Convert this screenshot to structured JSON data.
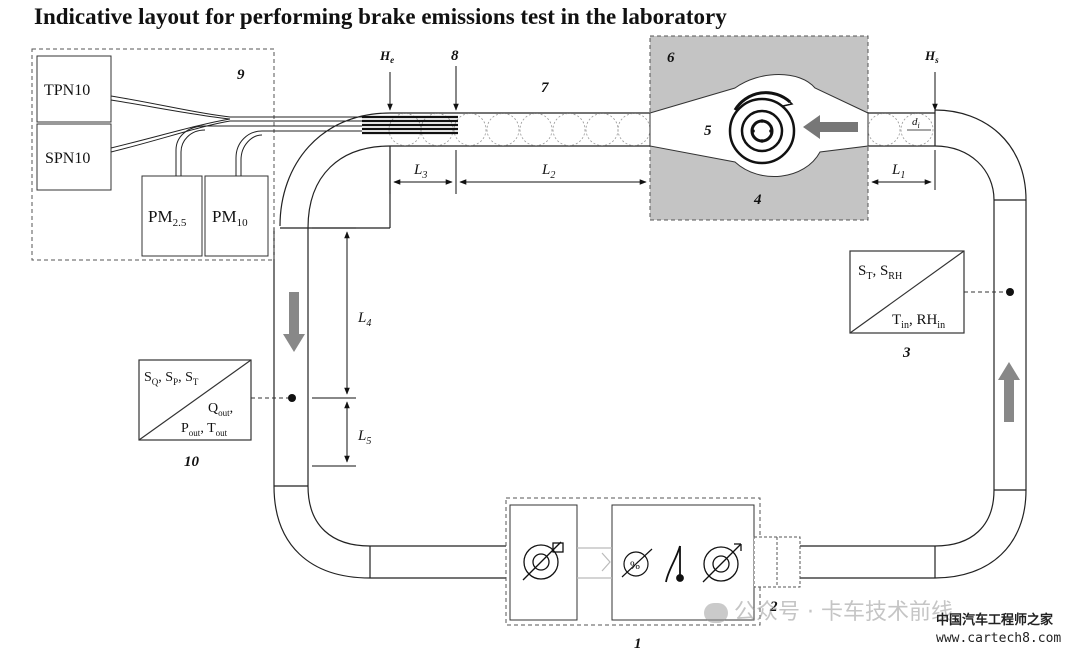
{
  "title": "Indicative layout for performing brake emissions test in the laboratory",
  "instruments": {
    "tpn10": "TPN10",
    "spn10": "SPN10",
    "pm25": {
      "base": "PM",
      "sub": "2.5"
    },
    "pm10": {
      "base": "PM",
      "sub": "10"
    }
  },
  "markers": {
    "he": {
      "base": "H",
      "sub": "e"
    },
    "hs": {
      "base": "H",
      "sub": "s"
    },
    "d": {
      "base": "d",
      "sub": "i"
    }
  },
  "dimensions": {
    "l1": {
      "base": "L",
      "sub": "1"
    },
    "l2": {
      "base": "L",
      "sub": "2"
    },
    "l3": {
      "base": "L",
      "sub": "3"
    },
    "l4": {
      "base": "L",
      "sub": "4"
    },
    "l5": {
      "base": "L",
      "sub": "5"
    }
  },
  "numbers": {
    "n1": "1",
    "n2": "2",
    "n3": "3",
    "n4": "4",
    "n5": "5",
    "n6": "6",
    "n7": "7",
    "n8": "8",
    "n9": "9",
    "n10": "10"
  },
  "sensor_box_3": {
    "s_t": {
      "base": "S",
      "sub": "T"
    },
    "sep": ", ",
    "s_rh": {
      "base": "S",
      "sub": "RH"
    },
    "t_in": {
      "base": "T",
      "sub": "in"
    },
    "rh_in": {
      "base": "RH",
      "sub": "in"
    }
  },
  "sensor_box_10": {
    "s_q": {
      "base": "S",
      "sub": "Q"
    },
    "s_p": {
      "base": "S",
      "sub": "P"
    },
    "s_t": {
      "base": "S",
      "sub": "T"
    },
    "sep": ", ",
    "q_out": {
      "base": "Q",
      "sub": "out"
    },
    "p_out": {
      "base": "P",
      "sub": "out"
    },
    "t_out": {
      "base": "T",
      "sub": "out"
    }
  },
  "watermark": {
    "account": "公众号 · 卡车技术前线",
    "site_name": "中国汽车工程师之家",
    "url": "www.cartech8.com"
  }
}
